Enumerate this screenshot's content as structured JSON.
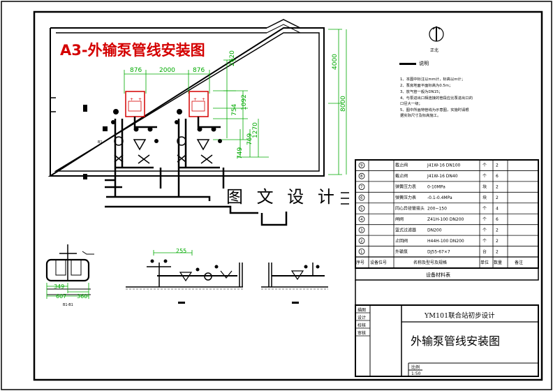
{
  "title_banner": "A3-外输泵管线安装图",
  "watermark": "图 文 设 计",
  "north_label": "正北",
  "notes": {
    "heading": "说明",
    "lines": [
      "1、本图中标注以mm计，标高以m计；",
      "2、泵房地面平面标高为0.5m；",
      "3、放气管一般为DN15；",
      "4、与泵进出口相连接的管段应比泵进出口的",
      "    口径大一级；",
      "5、图中所画特管线为示意图，实施时请根",
      "    据实际尺寸及标高施工。"
    ]
  },
  "dimensions": {
    "top": [
      "876",
      "2000",
      "876"
    ],
    "right_top": "2620",
    "right_mid": [
      "754",
      "1092",
      "1270"
    ],
    "right_low": [
      "749",
      "769"
    ],
    "outer_short": "4000",
    "outer_long": "8000",
    "elevation": "255",
    "section_dims": [
      "349",
      "607",
      "360"
    ],
    "section_label": "B1-B1",
    "small_label": "B1"
  },
  "materials": {
    "rows": [
      {
        "no": "9",
        "name": "截止阀",
        "spec": "J41W-16  DN100",
        "unit": "个",
        "qty": "2"
      },
      {
        "no": "8",
        "name": "截止阀",
        "spec": "J41W-16  DN40",
        "unit": "个",
        "qty": "6"
      },
      {
        "no": "7",
        "name": "弹簧压力表",
        "spec": "0-10MPa",
        "unit": "块",
        "qty": "2"
      },
      {
        "no": "6",
        "name": "弹簧压力表",
        "spec": "-0.1-0.4MPa",
        "unit": "块",
        "qty": "2"
      },
      {
        "no": "5",
        "name": "同心异径管接头",
        "spec": "200~150",
        "unit": "个",
        "qty": "4"
      },
      {
        "no": "4",
        "name": "闸阀",
        "spec": "Z41H-100  DN200",
        "unit": "个",
        "qty": "6"
      },
      {
        "no": "3",
        "name": "篮式过滤器",
        "spec": "DN200",
        "unit": "个",
        "qty": "2"
      },
      {
        "no": "2",
        "name": "止回阀",
        "spec": "H44H-100  DN200",
        "unit": "个",
        "qty": "2"
      },
      {
        "no": "1",
        "name": "外输泵",
        "spec": "DJ55-67×7",
        "unit": "台",
        "qty": "2"
      }
    ],
    "header": {
      "no": "序号",
      "code": "设备位号",
      "name": "名称及型号及规格",
      "unit": "单位",
      "qty": "数量",
      "remark": "备注"
    },
    "table_title": "设备材料表"
  },
  "title_block": {
    "labels": [
      "描图",
      "设计",
      "校核",
      "审核"
    ],
    "project": "YM101联合站初步设计",
    "drawing_title": "外输泵管线安装图",
    "scale_label": "比例",
    "scale_value": "1:50"
  }
}
